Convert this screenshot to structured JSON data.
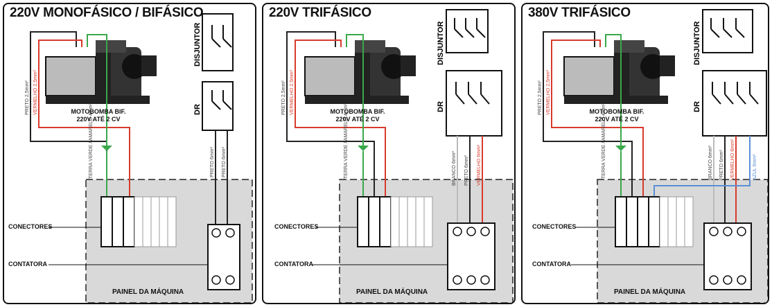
{
  "panels": [
    {
      "title": "220V MONOFÁSICO / BIFÁSICO",
      "pump_name": "MOTOBOMBA BIF.",
      "pump_spec": "220V ATÉ 2 CV",
      "breaker_label": "DISJUNTOR",
      "dr_label": "DR",
      "connectors_label": "CONECTORES",
      "contactor_label": "CONTATORA",
      "panel_label": "PAINEL DA MÁQUINA",
      "ground_label": "TERRA VERDE / AMARELO 4mm²",
      "wire_left_labels": [
        "PRETO 2,5mm²",
        "VERMELHO 2,5mm²"
      ],
      "wire_right_labels": [
        "PRETO 6mm²",
        "PRETO 6mm²"
      ]
    },
    {
      "title": "220V TRIFÁSICO",
      "pump_name": "MOTOBOMBA BIF.",
      "pump_spec": "220V ATÉ 2 CV",
      "breaker_label": "DISJUNTOR",
      "dr_label": "DR",
      "connectors_label": "CONECTORES",
      "contactor_label": "CONTATORA",
      "panel_label": "PAINEL DA MÁQUINA",
      "ground_label": "TERRA VERDE / AMARELO 4mm²",
      "wire_left_labels": [
        "PRETO 2,5mm²",
        "VERMELHO 2,5mm²"
      ],
      "wire_right_labels": [
        "BRANCO 6mm²",
        "PRETO 6mm²",
        "VERMELHO 6mm²"
      ]
    },
    {
      "title": "380V TRIFÁSICO",
      "pump_name": "MOTOBOMBA BIF.",
      "pump_spec": "220V ATÉ 2 CV",
      "breaker_label": "DISJUNTOR",
      "dr_label": "DR",
      "connectors_label": "CONECTORES",
      "contactor_label": "CONTATORA",
      "panel_label": "PAINEL DA MÁQUINA",
      "ground_label": "TERRA VERDE / AMARELO 4mm²",
      "wire_left_labels": [
        "PRETO 2,5mm²",
        "VERMELHO 2,5mm²"
      ],
      "wire_right_labels": [
        "BRANCO 6mm²",
        "PRETO 6mm²",
        "VERMELHO 6mm²",
        "AZUL 6mm²"
      ]
    }
  ],
  "colors": {
    "wire_black": "#222222",
    "wire_red": "#d83a2c",
    "wire_green": "#3aa84a",
    "wire_white": "#bbbbbb",
    "wire_blue": "#5a8fd6",
    "panel_fill": "#d9d9d9"
  },
  "icons": [
    "motor-pump-icon",
    "breaker-icon",
    "dr-switch-icon",
    "ground-icon",
    "terminal-block-icon",
    "contactor-icon"
  ]
}
